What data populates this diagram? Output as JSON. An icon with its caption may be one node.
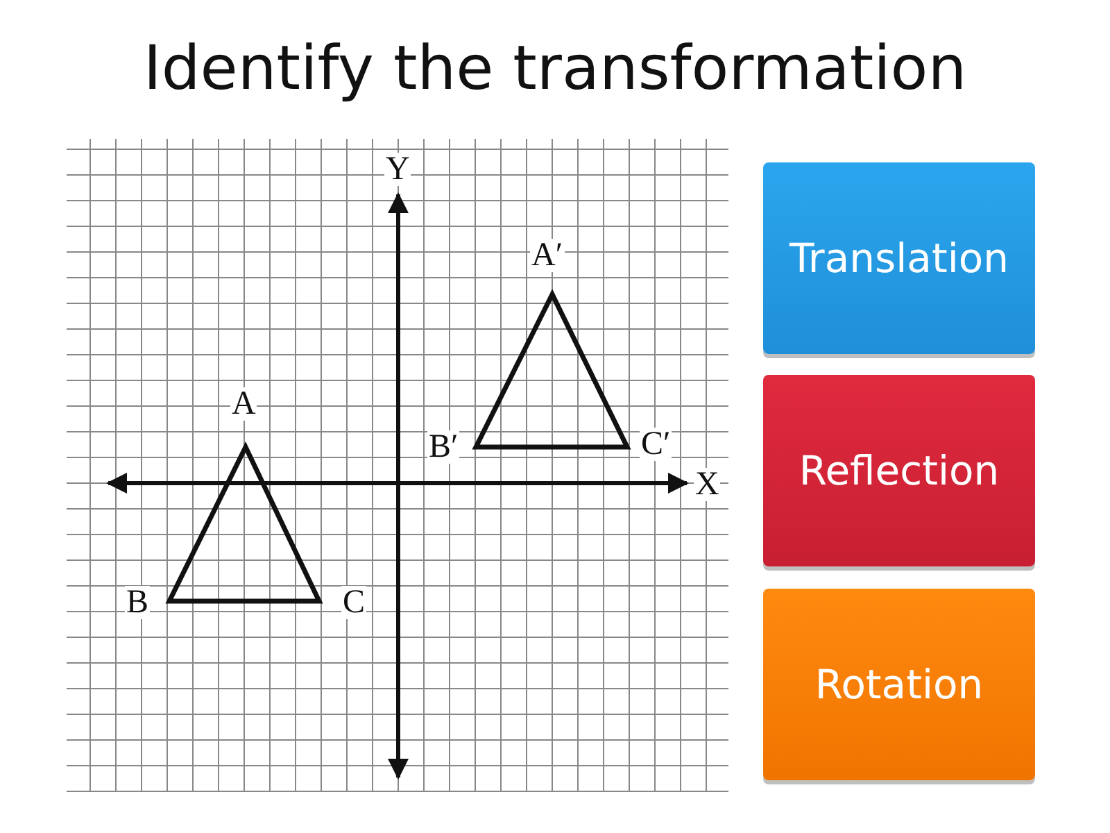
{
  "diagram": {
    "title": "Identify the transformation",
    "nodes": [
      {
        "text": [
          "Translation"
        ]
      },
      {
        "text": [
          "Reflection"
        ]
      },
      {
        "text": [
          "Rotation"
        ]
      }
    ],
    "labels": [
      "Y",
      "A′",
      "A",
      "B′",
      "C′",
      "X",
      "B",
      "C"
    ]
  }
}
